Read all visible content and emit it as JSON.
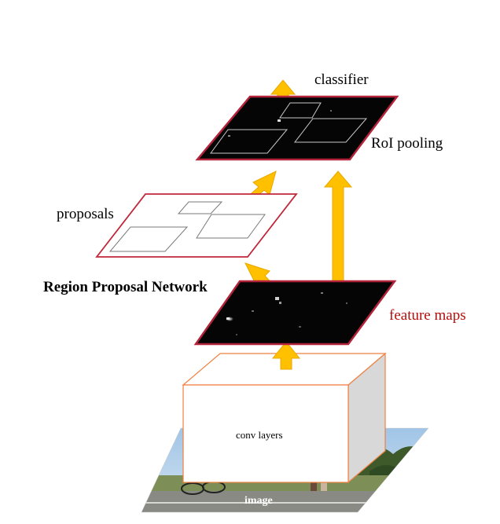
{
  "labels": {
    "classifier": "classifier",
    "roi_pooling": "RoI pooling",
    "proposals": "proposals",
    "rpn": "Region Proposal Network",
    "feature_maps": "feature maps",
    "conv_layers": "conv layers",
    "image": "image"
  },
  "colors": {
    "arrow": "#ffc000",
    "arrow_outline": "#e8a800",
    "feature_border": "#b3233a",
    "proposals_border": "#c0283a",
    "feature_fill": "#050505",
    "conv_border": "#f08040",
    "feature_maps_text": "#b40d0d"
  }
}
